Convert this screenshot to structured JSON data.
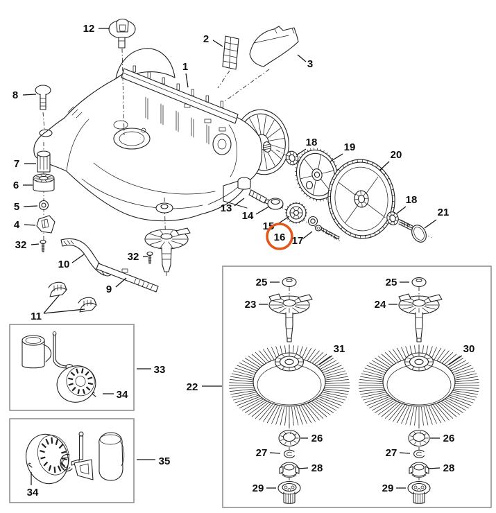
{
  "figure": {
    "background_color": "#ffffff",
    "line_color": "#1f1f1f",
    "box_border_color": "#8f8f8f",
    "highlight": {
      "shape": "circle",
      "color": "#e2581c",
      "highlighted_part": "16"
    },
    "callouts": {
      "n1": "1",
      "n2": "2",
      "n3": "3",
      "n4": "4",
      "n5": "5",
      "n6": "6",
      "n7": "7",
      "n8": "8",
      "n9": "9",
      "n10": "10",
      "n11": "11",
      "n12": "12",
      "n13": "13",
      "n14": "14",
      "n15": "15",
      "n16": "16",
      "n17": "17",
      "n18a": "18",
      "n18b": "18",
      "n19": "19",
      "n20": "20",
      "n21": "21",
      "n22": "22",
      "n23": "23",
      "n24": "24",
      "n25a": "25",
      "n25b": "25",
      "n26a": "26",
      "n26b": "26",
      "n27a": "27",
      "n27b": "27",
      "n28a": "28",
      "n28b": "28",
      "n29a": "29",
      "n29b": "29",
      "n30": "30",
      "n31": "31",
      "n32a": "32",
      "n32b": "32",
      "n33": "33",
      "n34a": "34",
      "n34b": "34",
      "n35": "35"
    }
  }
}
